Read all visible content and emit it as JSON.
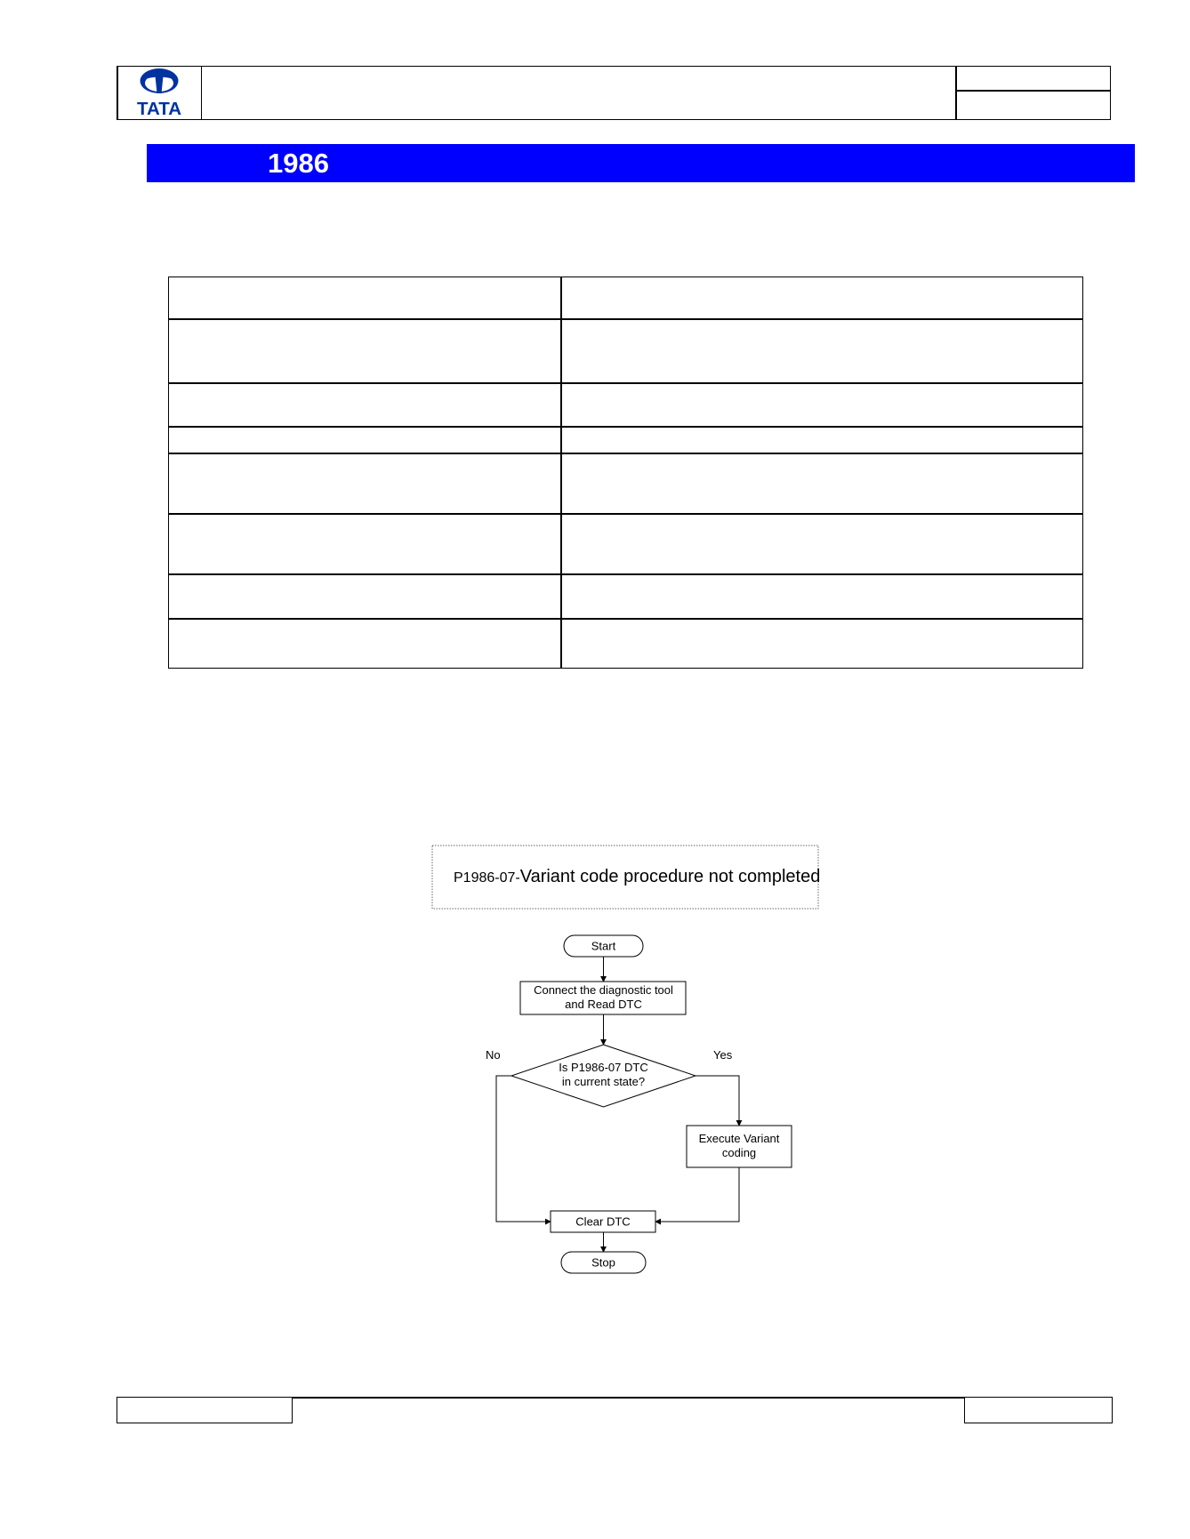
{
  "header": {
    "logo_text": "TATA",
    "logo_icon": "tata-logo-icon"
  },
  "banner": {
    "title": "1986"
  },
  "table": {
    "rows": 8,
    "columns": 2
  },
  "flowchart": {
    "dtc_code": "P1986-07-",
    "dtc_title": "Variant code procedure not completed",
    "start_label": "Start",
    "step1_line1": "Connect the diagnostic tool",
    "step1_line2": "and Read DTC",
    "decision_line1": "Is P1986-07 DTC",
    "decision_line2": "in current state?",
    "no_label": "No",
    "yes_label": "Yes",
    "execute_line1": "Execute Variant",
    "execute_line2": "coding",
    "clear_label": "Clear DTC",
    "stop_label": "Stop"
  },
  "colors": {
    "banner": "#0000ff",
    "banner_text": "#ffffff",
    "logo": "#0033a0"
  }
}
